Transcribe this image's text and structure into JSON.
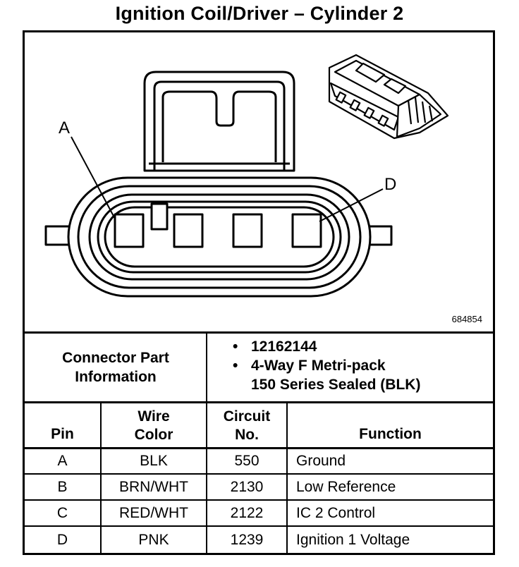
{
  "title": "Ignition Coil/Driver – Cylinder 2",
  "diagram": {
    "pin_label_a": "A",
    "pin_label_d": "D",
    "part_number": "684854"
  },
  "connector_info": {
    "header_line1": "Connector Part",
    "header_line2": "Information",
    "bullet1": "12162144",
    "bullet2_line1": "4-Way F Metri-pack",
    "bullet2_line2": "150 Series Sealed (BLK)",
    "bullet_glyph": "•"
  },
  "table": {
    "headers": {
      "pin": "Pin",
      "wire_color_line1": "Wire",
      "wire_color_line2": "Color",
      "circuit_line1": "Circuit",
      "circuit_line2": "No.",
      "function": "Function"
    },
    "rows": [
      {
        "pin": "A",
        "wire": "BLK",
        "circuit": "550",
        "function": "Ground"
      },
      {
        "pin": "B",
        "wire": "BRN/WHT",
        "circuit": "2130",
        "function": "Low Reference"
      },
      {
        "pin": "C",
        "wire": "RED/WHT",
        "circuit": "2122",
        "function": "IC 2 Control"
      },
      {
        "pin": "D",
        "wire": "PNK",
        "circuit": "1239",
        "function": "Ignition 1 Voltage"
      }
    ]
  }
}
